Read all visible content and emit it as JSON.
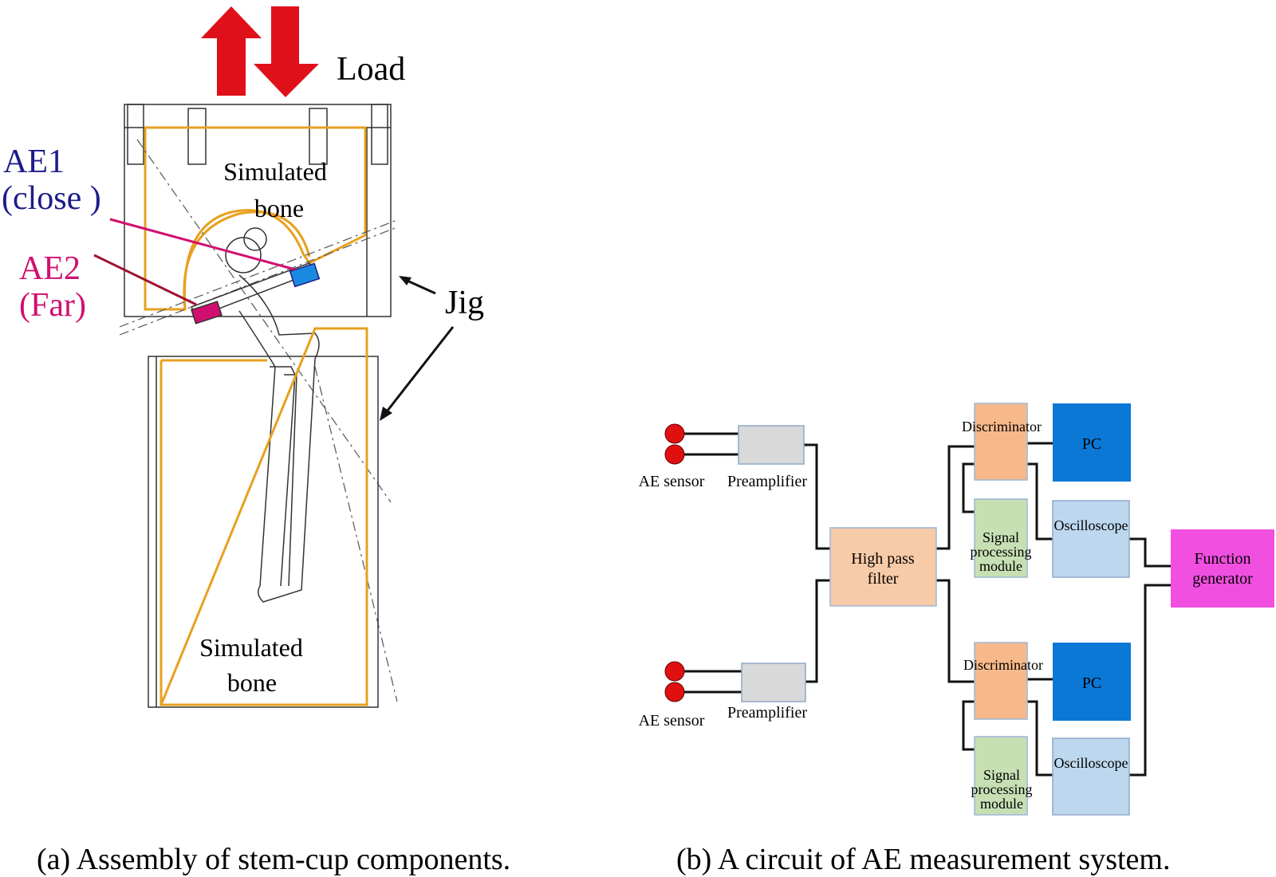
{
  "colors": {
    "arrow_red": "#e0101a",
    "jig_orange": "#e8a020",
    "ae1_blue": "#1c1c8c",
    "ae2_magenta": "#d01070",
    "sensor_red": "#e01010",
    "preamp_gray": "#d9d9d9",
    "filter_peach": "#f8cba8",
    "discriminator_orange": "#f7b98a",
    "signal_green": "#c6e0b4",
    "pc_blue": "#0b78d6",
    "oscilloscope_lightblue": "#bdd7ee",
    "function_magenta": "#f04fe0"
  },
  "panel_a": {
    "load_label": "Load",
    "ae1_label_line1": "AE1",
    "ae1_label_line2": "(close )",
    "ae2_label_line1": "AE2",
    "ae2_label_line2": "(Far)",
    "jig_label": "Jig",
    "top_bone_line1": "Simulated",
    "top_bone_line2": "bone",
    "bottom_bone_line1": "Simulated",
    "bottom_bone_line2": "bone",
    "caption": "(a) Assembly of stem-cup components."
  },
  "panel_b": {
    "sensor_label_top": "AE sensor",
    "sensor_label_bottom": "AE sensor",
    "preamp_label_top": "Preamplifier",
    "preamp_label_bottom": "Preamplifier",
    "filter_line1": "High pass",
    "filter_line2": "filter",
    "discriminator_top": "Discriminator",
    "discriminator_bottom": "Discriminator",
    "pc_top": "PC",
    "pc_bottom": "PC",
    "signal_top_line1": "Signal",
    "signal_top_line2": "processing",
    "signal_top_line3": "module",
    "signal_bottom_line1": "Signal",
    "signal_bottom_line2": "processing",
    "signal_bottom_line3": "module",
    "oscilloscope_top": "Oscilloscope",
    "oscilloscope_bottom": "Oscilloscope",
    "function_line1": "Function",
    "function_line2": "generator",
    "caption": "(b) A circuit of AE measurement system."
  }
}
